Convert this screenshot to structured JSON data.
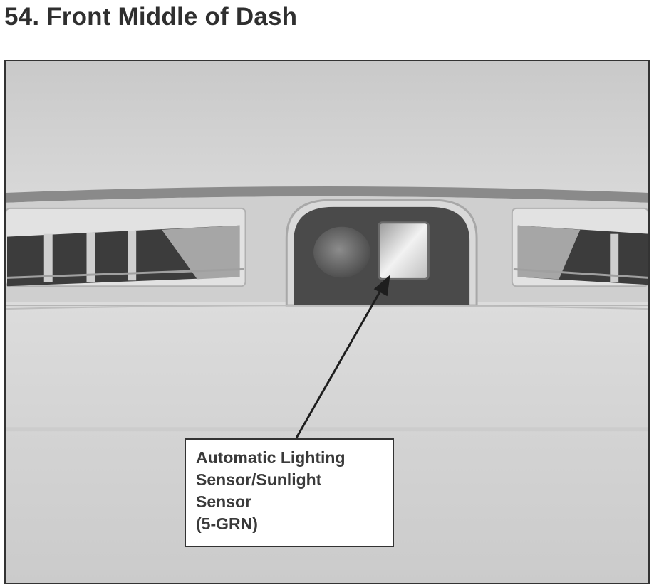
{
  "page": {
    "title": "54. Front Middle of Dash"
  },
  "callout": {
    "lines": [
      "Automatic Lighting",
      "Sensor/Sunlight",
      "Sensor",
      "(5-GRN)"
    ]
  }
}
